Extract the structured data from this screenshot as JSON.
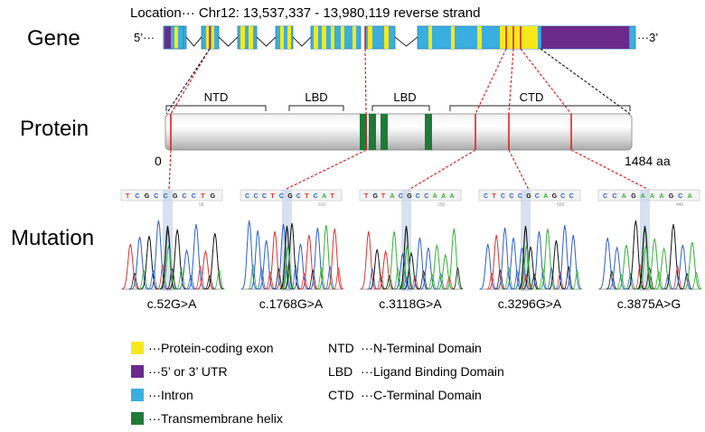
{
  "location_label": "Location··· Chr12: 13,537,337 - 13,980,119 reverse strand",
  "rows": {
    "gene": "Gene",
    "protein": "Protein",
    "mutation": "Mutation"
  },
  "gene_track": {
    "five_prime": "5’···",
    "three_prime": "···3’"
  },
  "protein_track": {
    "start": "0",
    "end": "1484 aa",
    "domains": [
      "NTD",
      "LBD",
      "LBD",
      "CTD"
    ]
  },
  "mutations": [
    {
      "label": "c.52G>A",
      "seq": "TCGCCGCCTG",
      "pos": "58"
    },
    {
      "label": "c.1768G>A",
      "seq": "CCCTCGCTCAT",
      "pos": "310"
    },
    {
      "label": "c.3118G>A",
      "seq": "TGTACGCCAAA",
      "pos": "150"
    },
    {
      "label": "c.3296G>A",
      "seq": "CTCCCGCAGCC",
      "pos": "500"
    },
    {
      "label": "c.3875A>G",
      "seq": "CCAGAAAGCA",
      "pos": "440"
    }
  ],
  "legend": {
    "left": [
      {
        "color": "#f7e81c",
        "text": "···Protein-coding exon"
      },
      {
        "color": "#6b2a8c",
        "text": "···5’ or 3’ UTR"
      },
      {
        "color": "#3aaee0",
        "text": "···Intron"
      },
      {
        "color": "#1f7a3a",
        "text": "···Transmembrane helix"
      }
    ],
    "right": [
      {
        "abbr": "NTD",
        "text": "···N-Terminal Domain"
      },
      {
        "abbr": "LBD",
        "text": "···Ligand Binding Domain"
      },
      {
        "abbr": "CTD",
        "text": "···C-Terminal Domain"
      }
    ]
  },
  "colors": {
    "exon": "#f7e81c",
    "utr": "#6b2a8c",
    "intron": "#3aaee0",
    "tm_helix": "#1f7a3a",
    "mutation_mark": "#e02020",
    "trace_g": "#111111",
    "trace_a": "#33b033",
    "trace_c": "#2a5fd0",
    "trace_t": "#e03030"
  }
}
